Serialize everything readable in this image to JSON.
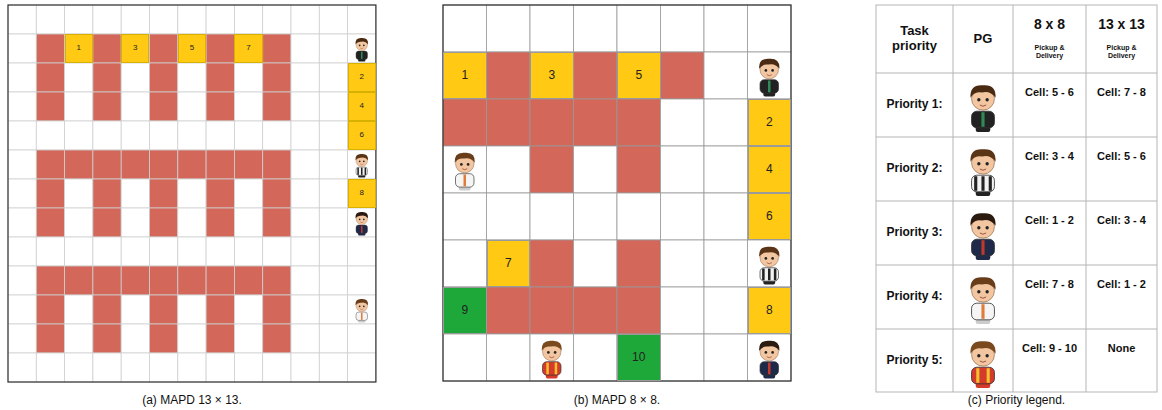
{
  "diagram": {
    "nodes": [
      {
        "text": [
          "1"
        ]
      },
      {
        "text": [
          "3"
        ]
      },
      {
        "text": [
          "5"
        ]
      },
      {
        "text": [
          "7"
        ]
      },
      {
        "text": [
          "2"
        ]
      },
      {
        "text": [
          "4"
        ]
      },
      {
        "text": [
          "6"
        ]
      },
      {
        "text": [
          "8"
        ]
      },
      {
        "text": [
          "1"
        ]
      },
      {
        "text": [
          "3"
        ]
      },
      {
        "text": [
          "5"
        ]
      },
      {
        "text": [
          "2"
        ]
      },
      {
        "text": [
          "4"
        ]
      },
      {
        "text": [
          "6"
        ]
      },
      {
        "text": [
          "7"
        ]
      },
      {
        "text": [
          "9"
        ]
      },
      {
        "text": [
          "8"
        ]
      },
      {
        "text": [
          "10"
        ]
      }
    ],
    "labels": [
      "Task priority",
      "PG",
      "8 x 8",
      "Pickup & Delivery",
      "13 x 13",
      "Pickup & Delivery",
      "Priority 1:",
      "Cell: 5 - 6",
      "Cell: 7 - 8",
      "Priority 2:",
      "Cell: 3 - 4",
      "Cell: 5 - 6",
      "Priority 3:",
      "Cell: 1 - 2",
      "Cell: 3 - 4",
      "Priority 4:",
      "Cell: 7 - 8",
      "Cell: 1 - 2",
      "Priority 5:",
      "Cell: 9 - 10",
      "None",
      "(a) MAPD 13 × 13.",
      "(b) MAPD 8 × 8.",
      "(c) Priority legend."
    ]
  }
}
